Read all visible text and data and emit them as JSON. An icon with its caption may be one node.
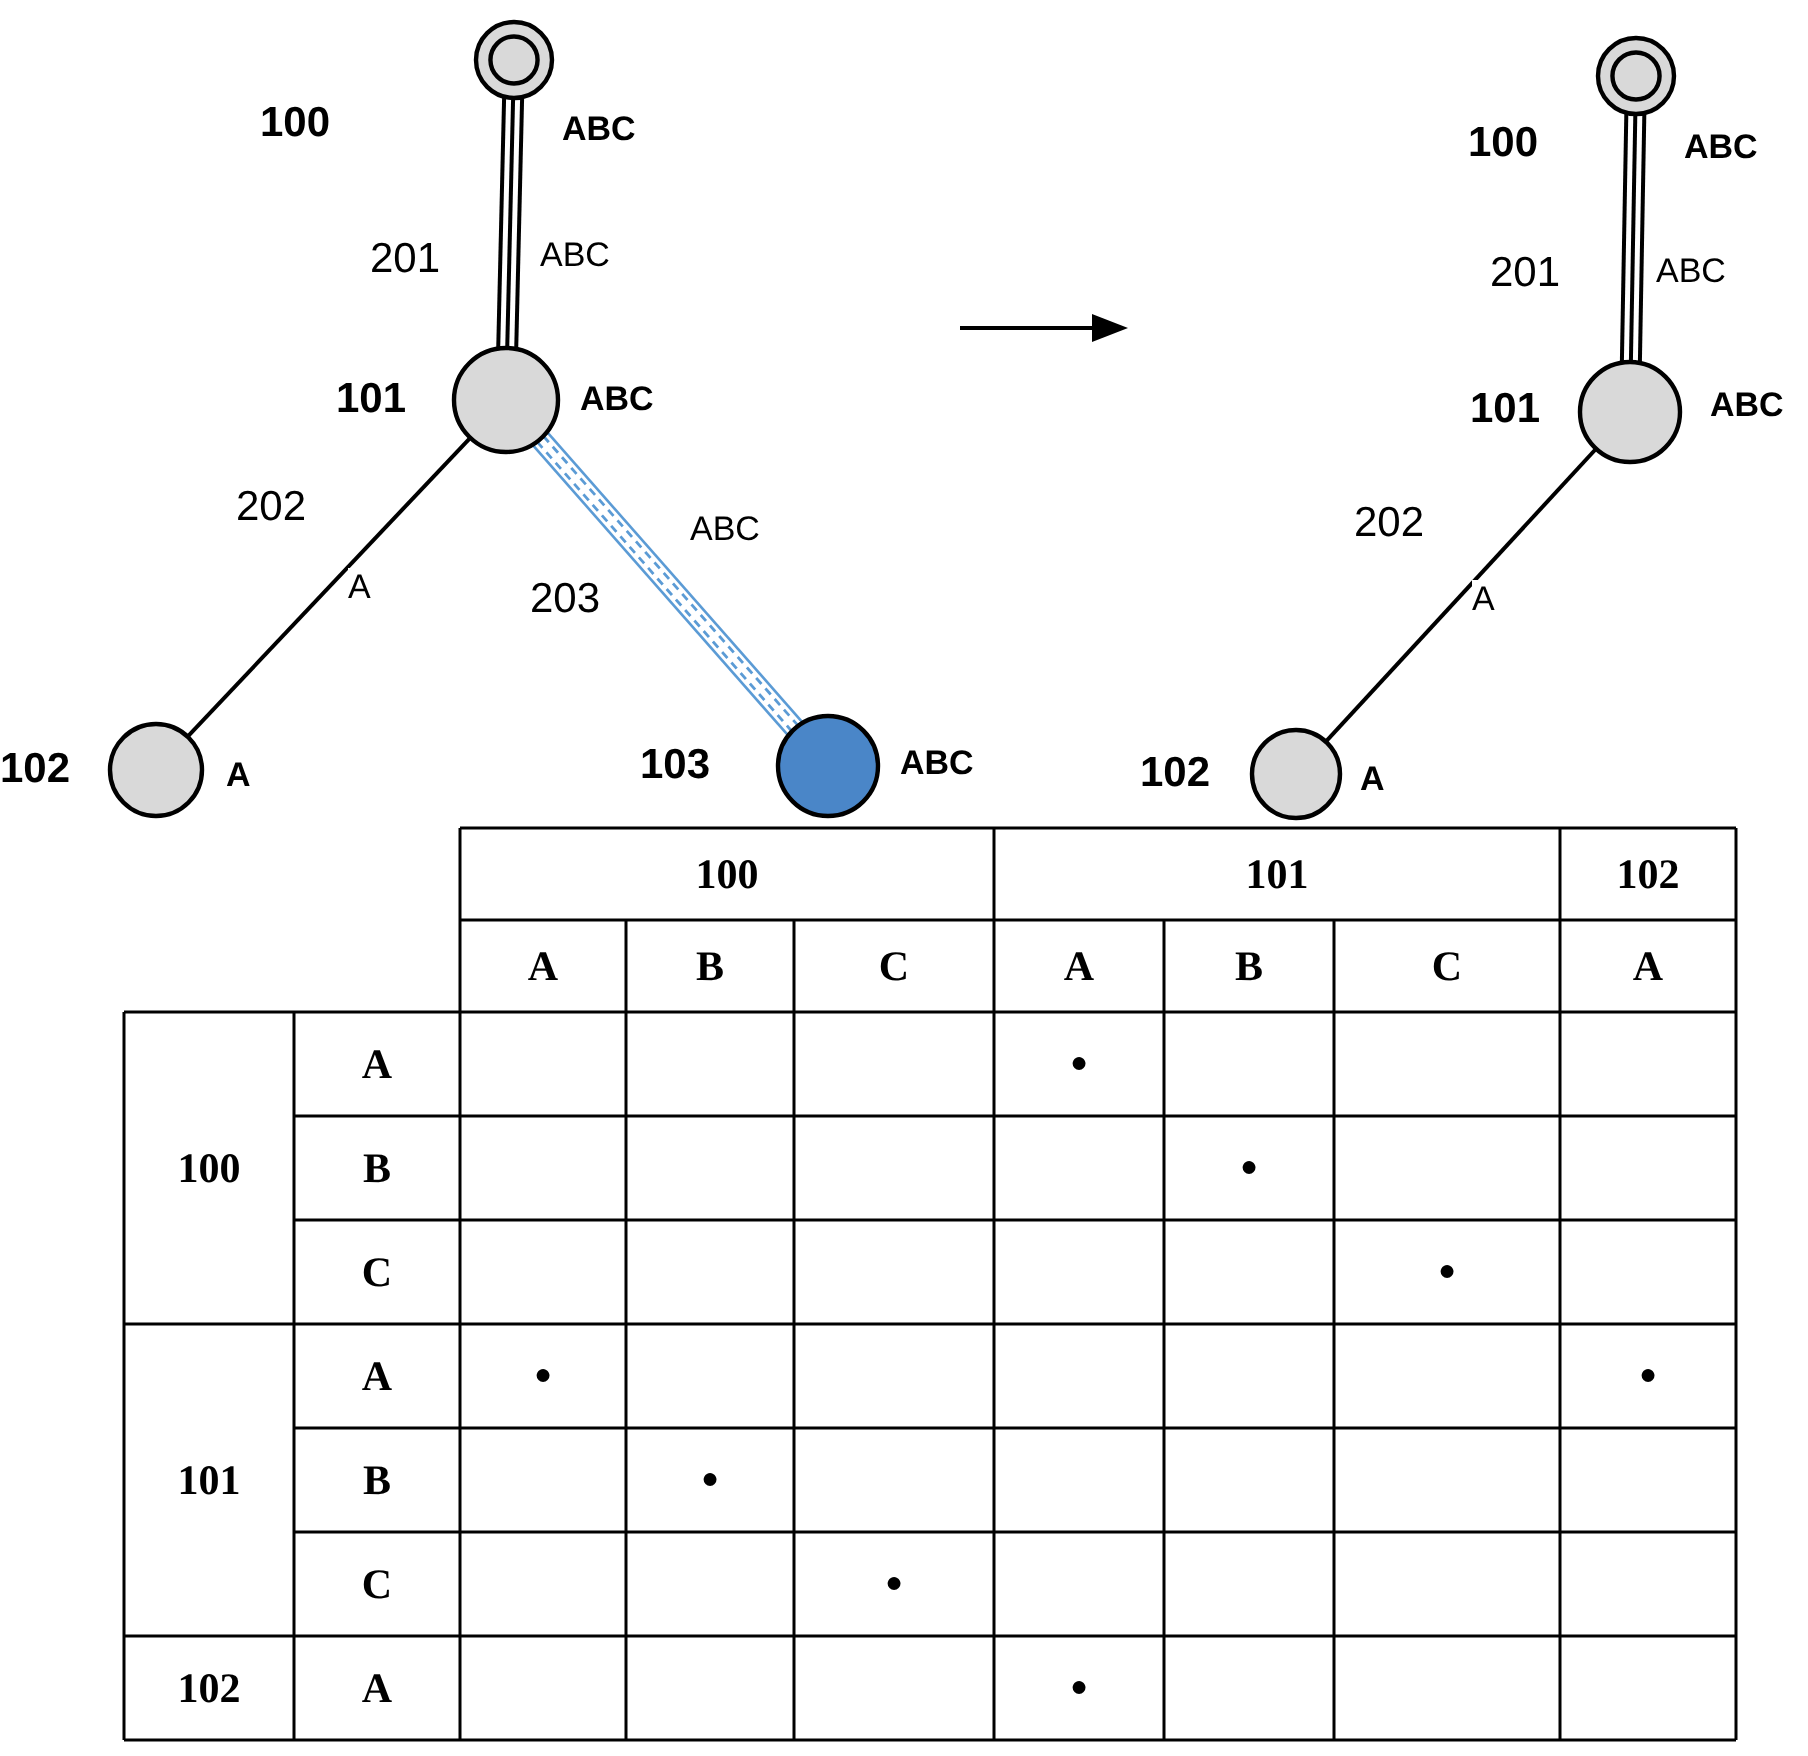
{
  "diagram": {
    "nodes": [
      {
        "text": [
          "100"
        ],
        "beside": [
          "ABC"
        ]
      },
      {
        "text": [
          "101"
        ],
        "beside": [
          "ABC"
        ]
      },
      {
        "text": [
          "102"
        ],
        "beside": [
          "A"
        ]
      },
      {
        "text": [
          "103"
        ],
        "beside": [
          "ABC"
        ]
      },
      {
        "text": [
          "100"
        ],
        "beside": [
          "ABC"
        ]
      },
      {
        "text": [
          "101"
        ],
        "beside": [
          "ABC"
        ]
      },
      {
        "text": [
          "102"
        ],
        "beside": [
          "A"
        ]
      }
    ],
    "edges": [
      {
        "from": 0,
        "to": 1,
        "arrow": "none",
        "label": "201",
        "style": "thick"
      },
      {
        "from": 1,
        "to": 2,
        "arrow": "none",
        "label": "202"
      },
      {
        "from": 1,
        "to": 3,
        "arrow": "none",
        "label": "203",
        "style": "dashed",
        "color": "#5b9bd5"
      },
      {
        "from": 4,
        "to": 5,
        "arrow": "none",
        "label": "201",
        "style": "thick"
      },
      {
        "from": 5,
        "to": 6,
        "arrow": "none",
        "label": "202"
      }
    ],
    "labels": [
      "ABC",
      "A",
      "ABC",
      "ABC",
      "A",
      "100",
      "101",
      "102",
      "A",
      "B",
      "C",
      "A",
      "B",
      "C",
      "A",
      "100",
      "A",
      "●",
      "B",
      "●",
      "C",
      "●",
      "101",
      "A",
      "●",
      "●",
      "B",
      "●",
      "C",
      "●",
      "102",
      "A",
      "●"
    ]
  }
}
